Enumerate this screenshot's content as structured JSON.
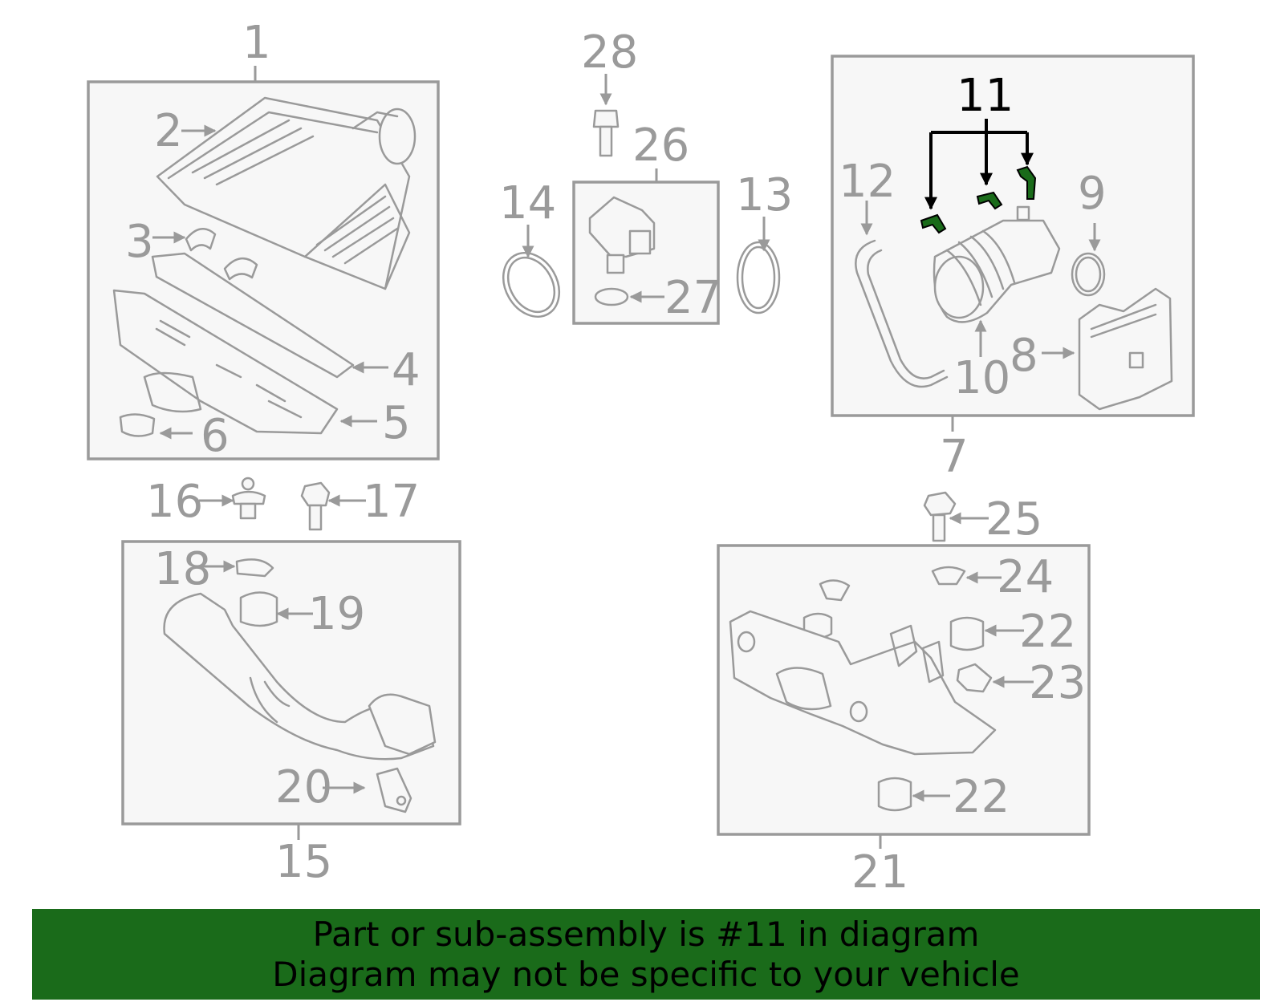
{
  "callouts": {
    "c1": "1",
    "c2": "2",
    "c3": "3",
    "c4": "4",
    "c5": "5",
    "c6": "6",
    "c7": "7",
    "c8": "8",
    "c9": "9",
    "c10": "10",
    "c11": "11",
    "c12": "12",
    "c13": "13",
    "c14": "14",
    "c15": "15",
    "c16": "16",
    "c17": "17",
    "c18": "18",
    "c19": "19",
    "c20": "20",
    "c21": "21",
    "c22a": "22",
    "c22b": "22",
    "c23": "23",
    "c24": "24",
    "c25": "25",
    "c26": "26",
    "c27": "27",
    "c28": "28"
  },
  "highlight": {
    "part_number": "11",
    "color": "#1a6b1a"
  },
  "banner": {
    "line1": "Part or sub-assembly is #11 in diagram",
    "line2": "Diagram may not be specific to your vehicle",
    "background": "#1a6b1a"
  }
}
